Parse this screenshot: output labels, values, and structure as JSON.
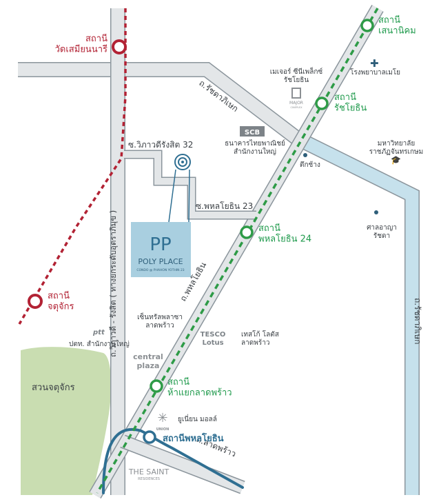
{
  "colors": {
    "road_fill": "#e3e6e8",
    "road_edge": "#8b959c",
    "expressway": "#c6e1ec",
    "bts_track": "#2e9b47",
    "bts_line": "#1f9a4c",
    "mrt_blue": "#2f6f92",
    "red_line": "#b22234",
    "park": "#c9ddb1",
    "project": "#a9cfe0",
    "text_dark": "#3a3f44"
  },
  "map": {
    "bts_stations": {
      "senanikom": "สถานี\nเสนานิคม",
      "ratchayothin": "สถานี\nรัชโยธิน",
      "phahon24": "สถานี\nพหลโยธิน 24",
      "ha_yaek": "สถานี\nห้าแยกลาดพร้าว"
    },
    "mrt_station": "สถานีพหลโยธิน",
    "red_stations": {
      "wat_samian": "สถานี\nวัดเสมียนนารี",
      "chatuchak": "สถานี\nจตุจักร"
    },
    "roads": {
      "ratchadaphisek_top": "ถ.รัชดาภิเษก",
      "ratchadaphisek_right": "ถ.รัชดาภิเษก",
      "phahonyothin": "ถ.พหลโยธิน",
      "vibhavadi": "ถ.วิภาวดี - รังสิต ( ทางยกระดับอุตราภิมุข )",
      "ladprao": "ถ.ลาดพร้าว",
      "soi_vibhavadi32": "ซ.วิภาวดีรังสิต 32",
      "soi_phahon23": "ซ.พหลโยธิน 23"
    },
    "landmarks": {
      "hospital": "โรงพยาบาลเมโย",
      "major": "เมเจอร์ ซีนีเพล็กซ์\nรัชโยธิน",
      "major_logo": "MAJOR",
      "major_logo_sub": "CINEPLEX",
      "scb_logo": "SCB",
      "scb": "ธนาคารไทยพาณิชย์\nสำนักงานใหญ่",
      "dik_chang": "ตึกช้าง",
      "university": "มหาวิทยาลัย\nราชภัฏจันทรเกษม",
      "court": "ศาลอาญา\nรัชดา",
      "ptt_logo": "ptt",
      "ptt": "ปตท. สำนักงานใหญ่",
      "central": "เซ็นทรัลพลาซา\nลาดพร้าว",
      "central_logo": "central\nplaza",
      "tesco_logo": "TESCO\nLotus",
      "tesco": "เทสโก้ โลตัส\nลาดพร้าว",
      "union_logo": "UNION",
      "union": "ยูเนี่ยน มอลล์",
      "saint_logo": "THE SAINT",
      "saint_sub": "RESIDENCES",
      "park": "สวนจตุจักร"
    },
    "project": {
      "logo": "PP",
      "name": "POLY PLACE",
      "sub": "CONDO @ PHAHON YOTHIN 23"
    }
  }
}
